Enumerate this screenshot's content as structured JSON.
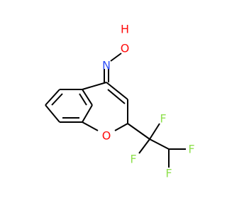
{
  "molecule": {
    "atoms": {
      "oxime_oxygen": {
        "label": "O",
        "color": "#ff0d0d"
      },
      "hydroxyl_hydrogen": {
        "label": "H",
        "color": "#ff0d0d"
      },
      "oxime_nitrogen": {
        "label": "N",
        "color": "#3050f8"
      },
      "ring_oxygen": {
        "label": "O",
        "color": "#ff0d0d"
      },
      "fluorine_1": {
        "label": "F",
        "color": "#90e050"
      },
      "fluorine_2": {
        "label": "F",
        "color": "#90e050"
      },
      "fluorine_3": {
        "label": "F",
        "color": "#90e050"
      },
      "fluorine_4": {
        "label": "F",
        "color": "#90e050"
      }
    },
    "bond_color": "#000000",
    "background": "#ffffff"
  }
}
